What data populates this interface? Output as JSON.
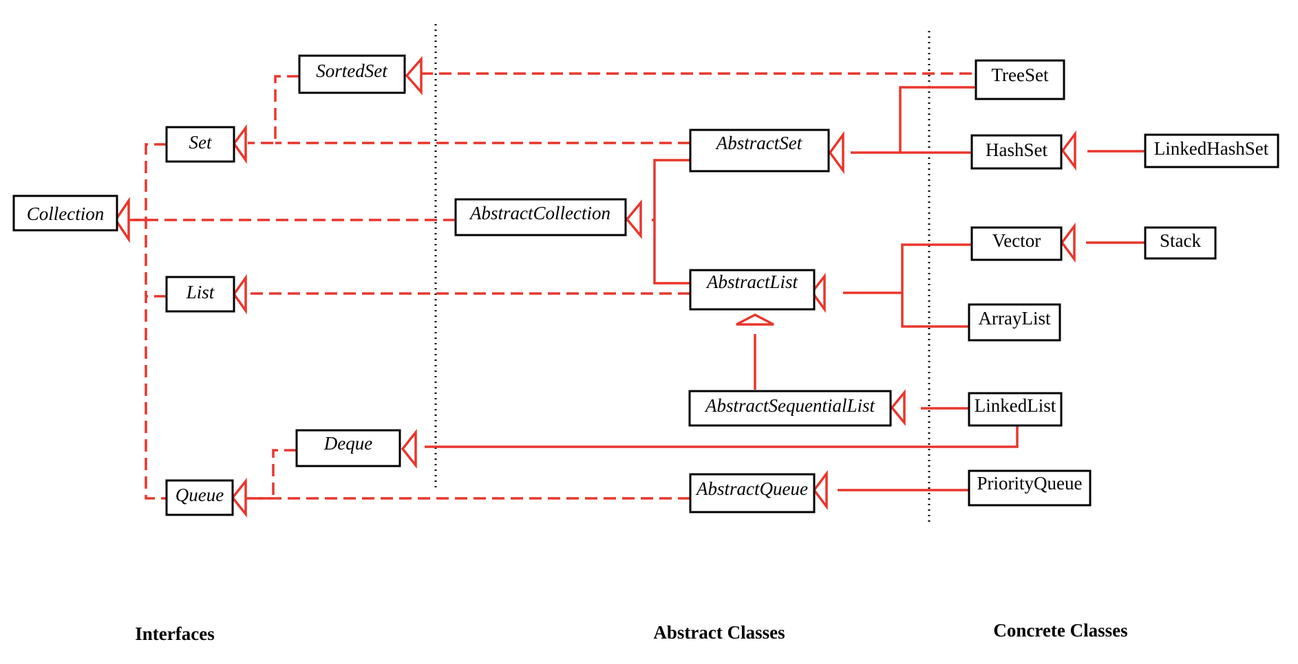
{
  "colors": {
    "relationship": "#e8362d",
    "box_border": "#000000",
    "text": "#000000",
    "background": "#ffffff"
  },
  "sections": {
    "interfaces": "Interfaces",
    "abstract_classes": "Abstract Classes",
    "concrete_classes": "Concrete Classes"
  },
  "nodes": {
    "collection": "Collection",
    "set": "Set",
    "sorted_set": "SortedSet",
    "list": "List",
    "deque": "Deque",
    "queue": "Queue",
    "abstract_collection": "AbstractCollection",
    "abstract_set": "AbstractSet",
    "abstract_list": "AbstractList",
    "abstract_sequential_list": "AbstractSequentialList",
    "abstract_queue": "AbstractQueue",
    "tree_set": "TreeSet",
    "hash_set": "HashSet",
    "linked_hash_set": "LinkedHashSet",
    "vector": "Vector",
    "stack": "Stack",
    "array_list": "ArrayList",
    "linked_list": "LinkedList",
    "priority_queue": "PriorityQueue"
  },
  "relationships": [
    {
      "from": "Set",
      "to": "Collection",
      "kind": "dashed"
    },
    {
      "from": "List",
      "to": "Collection",
      "kind": "dashed"
    },
    {
      "from": "Queue",
      "to": "Collection",
      "kind": "dashed"
    },
    {
      "from": "SortedSet",
      "to": "Set",
      "kind": "dashed"
    },
    {
      "from": "Deque",
      "to": "Queue",
      "kind": "dashed"
    },
    {
      "from": "AbstractCollection",
      "to": "Collection",
      "kind": "dashed"
    },
    {
      "from": "AbstractSet",
      "to": "Set",
      "kind": "dashed"
    },
    {
      "from": "AbstractList",
      "to": "List",
      "kind": "dashed"
    },
    {
      "from": "AbstractQueue",
      "to": "Queue",
      "kind": "dashed"
    },
    {
      "from": "AbstractSet",
      "to": "AbstractCollection",
      "kind": "solid"
    },
    {
      "from": "AbstractList",
      "to": "AbstractCollection",
      "kind": "solid"
    },
    {
      "from": "AbstractSequentialList",
      "to": "AbstractList",
      "kind": "solid"
    },
    {
      "from": "TreeSet",
      "to": "SortedSet",
      "kind": "dashed"
    },
    {
      "from": "TreeSet",
      "to": "AbstractSet",
      "kind": "solid"
    },
    {
      "from": "HashSet",
      "to": "AbstractSet",
      "kind": "solid"
    },
    {
      "from": "LinkedHashSet",
      "to": "HashSet",
      "kind": "solid"
    },
    {
      "from": "Vector",
      "to": "AbstractList",
      "kind": "solid"
    },
    {
      "from": "ArrayList",
      "to": "AbstractList",
      "kind": "solid"
    },
    {
      "from": "Stack",
      "to": "Vector",
      "kind": "solid"
    },
    {
      "from": "LinkedList",
      "to": "AbstractSequentialList",
      "kind": "solid"
    },
    {
      "from": "LinkedList",
      "to": "Deque",
      "kind": "solid"
    },
    {
      "from": "PriorityQueue",
      "to": "AbstractQueue",
      "kind": "solid"
    }
  ]
}
